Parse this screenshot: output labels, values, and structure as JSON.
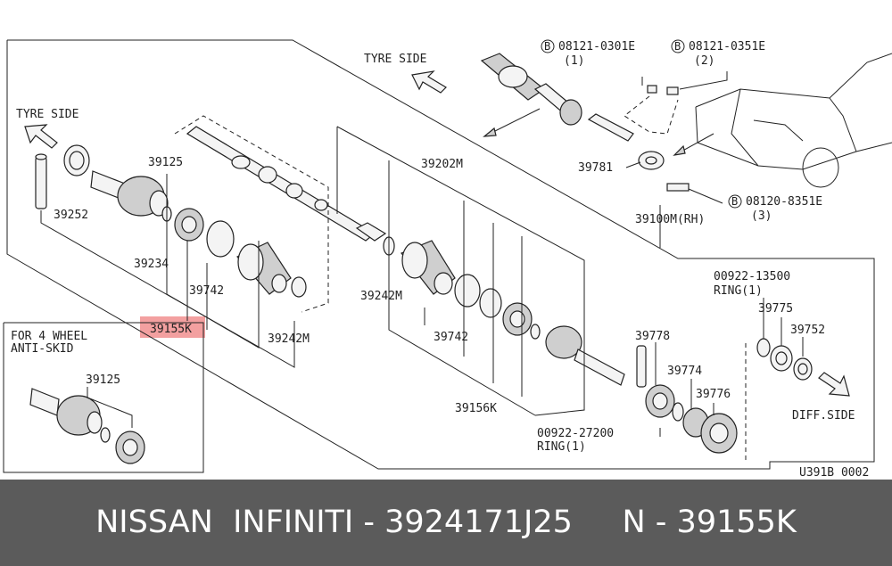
{
  "diagram": {
    "tyre_side_top": "TYRE SIDE",
    "tyre_side_left": "TYRE SIDE",
    "diff_side": "DIFF.SIDE",
    "ref_code": "U391B 0002",
    "four_wheel_line1": "FOR 4 WHEEL",
    "four_wheel_line2": "ANTI-SKID",
    "bolt_marker": "B",
    "highlight_color": "#f3a0a0",
    "parts": {
      "p39252": "39252",
      "p39125": "39125",
      "p39125_inset": "39125",
      "p39234": "39234",
      "p39742_left": "39742",
      "p39155k": "39155K",
      "p39242m_left": "39242M",
      "p39202m": "39202M",
      "p39242m_mid": "39242M",
      "p39742_mid": "39742",
      "p39156k": "39156K",
      "p39781": "39781",
      "p39100m": "39100M(RH)",
      "p39778": "39778",
      "p39774": "39774",
      "p39776": "39776",
      "p39775": "39775",
      "p39752": "39752",
      "ring_00922_13500": "00922-13500",
      "ring_00922_13500_sub": "RING(1)",
      "ring_00922_27200": "00922-27200",
      "ring_00922_27200_sub": "RING(1)",
      "bolt1_code": "08121-0301E",
      "bolt1_qty": "(1)",
      "bolt2_code": "08121-0351E",
      "bolt2_qty": "(2)",
      "bolt3_code": "08120-8351E",
      "bolt3_qty": "(3)"
    }
  },
  "footer": {
    "text": "NISSAN  INFINITI - 3924171J25     N - 39155K",
    "background": "#5b5b5b"
  }
}
